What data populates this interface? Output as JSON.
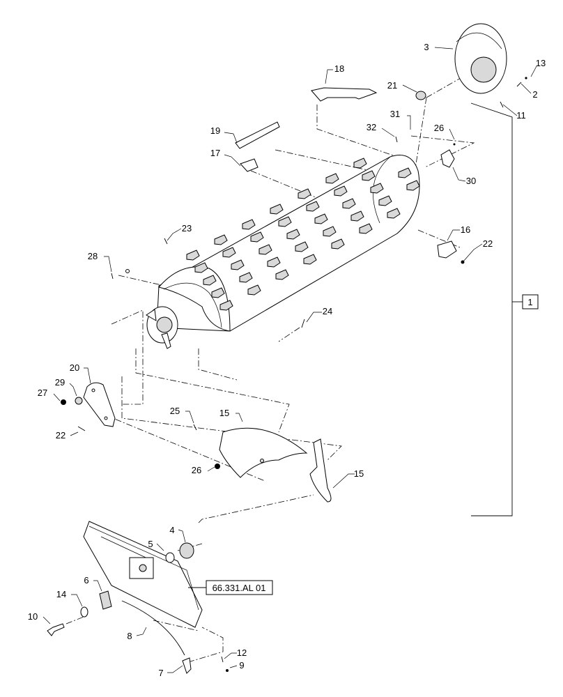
{
  "assembly_callout": "1",
  "reference": "66.331.AL 01",
  "callouts": {
    "c2": "2",
    "c3": "3",
    "c4": "4",
    "c5": "5",
    "c6": "6",
    "c7": "7",
    "c8": "8",
    "c9": "9",
    "c10": "10",
    "c11": "11",
    "c12": "12",
    "c13": "13",
    "c14": "14",
    "c15a": "15",
    "c15b": "15",
    "c16": "16",
    "c17": "17",
    "c18": "18",
    "c19": "19",
    "c20": "20",
    "c21": "21",
    "c22a": "22",
    "c22b": "22",
    "c23": "23",
    "c24": "24",
    "c25": "25",
    "c26a": "26",
    "c26b": "26",
    "c27": "27",
    "c28": "28",
    "c29": "29",
    "c30": "30",
    "c31": "31",
    "c32": "32"
  }
}
